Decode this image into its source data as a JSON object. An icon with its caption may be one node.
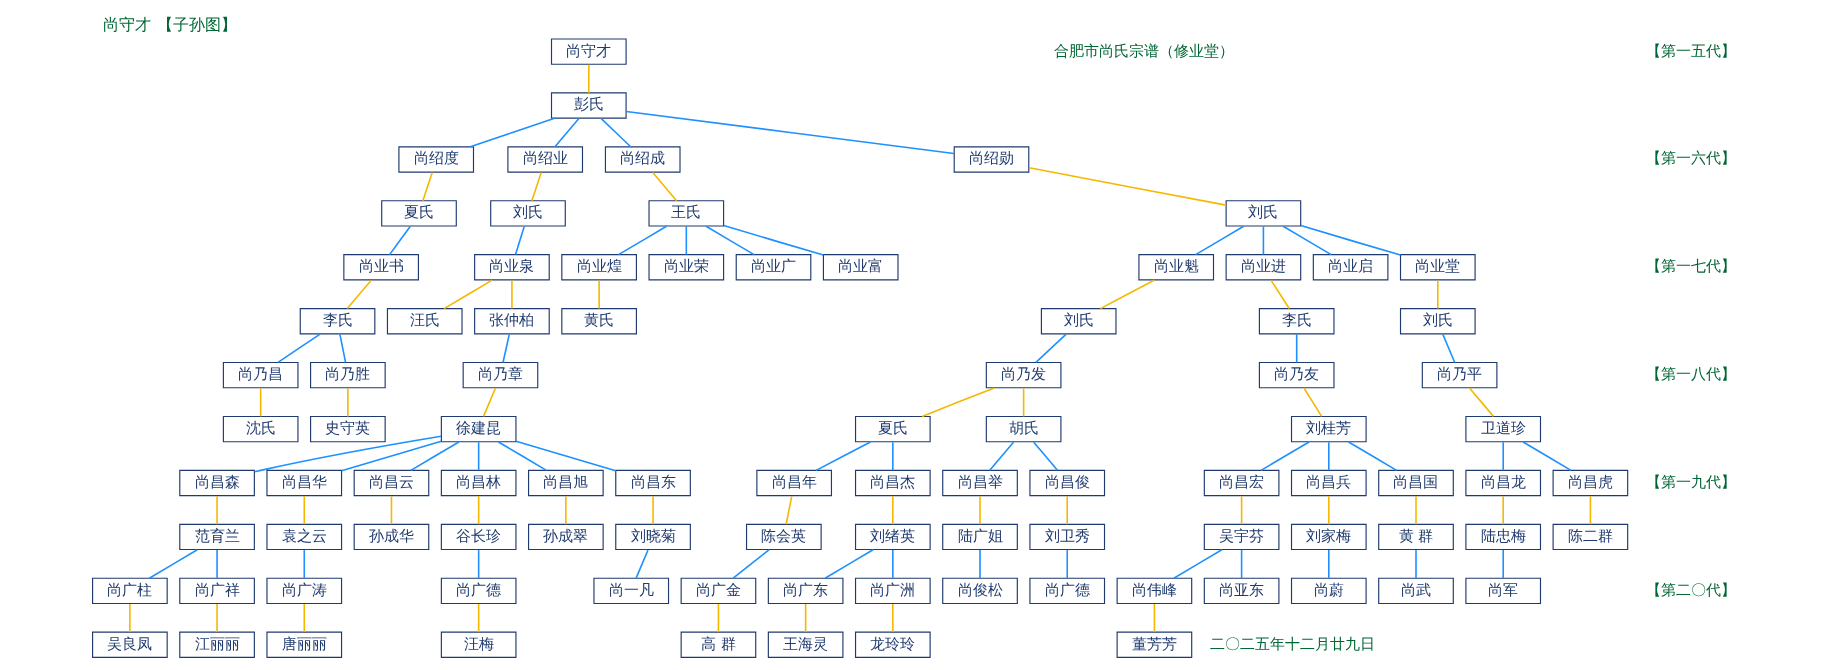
{
  "diagram": {
    "title": "尚守才 【子孙图】",
    "nodes": [
      {
        "text": [
          "尚守才"
        ]
      },
      {
        "text": [
          "彭氏"
        ]
      },
      {
        "text": [
          "尚绍度"
        ]
      },
      {
        "text": [
          "尚绍业"
        ]
      },
      {
        "text": [
          "尚绍成"
        ]
      },
      {
        "text": [
          "尚绍勋"
        ]
      },
      {
        "text": [
          "夏氏"
        ]
      },
      {
        "text": [
          "刘氏"
        ]
      },
      {
        "text": [
          "王氏"
        ]
      },
      {
        "text": [
          "刘氏"
        ]
      },
      {
        "text": [
          "尚业书"
        ]
      },
      {
        "text": [
          "尚业泉"
        ]
      },
      {
        "text": [
          "尚业煌"
        ]
      },
      {
        "text": [
          "尚业荣"
        ]
      },
      {
        "text": [
          "尚业广"
        ]
      },
      {
        "text": [
          "尚业富"
        ]
      },
      {
        "text": [
          "尚业魁"
        ]
      },
      {
        "text": [
          "尚业进"
        ]
      },
      {
        "text": [
          "尚业启"
        ]
      },
      {
        "text": [
          "尚业堂"
        ]
      },
      {
        "text": [
          "李氏"
        ]
      },
      {
        "text": [
          "汪氏"
        ]
      },
      {
        "text": [
          "张仲柏"
        ]
      },
      {
        "text": [
          "黄氏"
        ]
      },
      {
        "text": [
          "刘氏"
        ]
      },
      {
        "text": [
          "李氏"
        ]
      },
      {
        "text": [
          "刘氏"
        ]
      },
      {
        "text": [
          "尚乃昌"
        ]
      },
      {
        "text": [
          "尚乃胜"
        ]
      },
      {
        "text": [
          "尚乃章"
        ]
      },
      {
        "text": [
          "尚乃发"
        ]
      },
      {
        "text": [
          "尚乃友"
        ]
      },
      {
        "text": [
          "尚乃平"
        ]
      },
      {
        "text": [
          "沈氏"
        ]
      },
      {
        "text": [
          "史守英"
        ]
      },
      {
        "text": [
          "徐建昆"
        ]
      },
      {
        "text": [
          "夏氏"
        ]
      },
      {
        "text": [
          "胡氏"
        ]
      },
      {
        "text": [
          "刘桂芳"
        ]
      },
      {
        "text": [
          "卫道珍"
        ]
      },
      {
        "text": [
          "尚昌森"
        ]
      },
      {
        "text": [
          "尚昌华"
        ]
      },
      {
        "text": [
          "尚昌云"
        ]
      },
      {
        "text": [
          "尚昌林"
        ]
      },
      {
        "text": [
          "尚昌旭"
        ]
      },
      {
        "text": [
          "尚昌东"
        ]
      },
      {
        "text": [
          "尚昌年"
        ]
      },
      {
        "text": [
          "尚昌杰"
        ]
      },
      {
        "text": [
          "尚昌举"
        ]
      },
      {
        "text": [
          "尚昌俊"
        ]
      },
      {
        "text": [
          "尚昌宏"
        ]
      },
      {
        "text": [
          "尚昌兵"
        ]
      },
      {
        "text": [
          "尚昌国"
        ]
      },
      {
        "text": [
          "尚昌龙"
        ]
      },
      {
        "text": [
          "尚昌虎"
        ]
      },
      {
        "text": [
          "范育兰"
        ]
      },
      {
        "text": [
          "袁之云"
        ]
      },
      {
        "text": [
          "孙成华"
        ]
      },
      {
        "text": [
          "谷长珍"
        ]
      },
      {
        "text": [
          "孙成翠"
        ]
      },
      {
        "text": [
          "刘晓菊"
        ]
      },
      {
        "text": [
          "陈会英"
        ]
      },
      {
        "text": [
          "刘绪英"
        ]
      },
      {
        "text": [
          "陆广姐"
        ]
      },
      {
        "text": [
          "刘卫秀"
        ]
      },
      {
        "text": [
          "吴宇芬"
        ]
      },
      {
        "text": [
          "刘家梅"
        ]
      },
      {
        "text": [
          "黄 群"
        ]
      },
      {
        "text": [
          "陆忠梅"
        ]
      },
      {
        "text": [
          "陈二群"
        ]
      },
      {
        "text": [
          "尚广柱"
        ]
      },
      {
        "text": [
          "尚广祥"
        ]
      },
      {
        "text": [
          "尚广涛"
        ]
      },
      {
        "text": [
          "尚广德"
        ]
      },
      {
        "text": [
          "尚一凡"
        ]
      },
      {
        "text": [
          "尚广金"
        ]
      },
      {
        "text": [
          "尚广东"
        ]
      },
      {
        "text": [
          "尚广洲"
        ]
      },
      {
        "text": [
          "尚俊松"
        ]
      },
      {
        "text": [
          "尚广德"
        ]
      },
      {
        "text": [
          "尚伟峰"
        ]
      },
      {
        "text": [
          "尚亚东"
        ]
      },
      {
        "text": [
          "尚蔚"
        ]
      },
      {
        "text": [
          "尚武"
        ]
      },
      {
        "text": [
          "尚军"
        ]
      },
      {
        "text": [
          "吴良凤"
        ]
      },
      {
        "text": [
          "江丽丽"
        ]
      },
      {
        "text": [
          "唐丽丽"
        ]
      },
      {
        "text": [
          "汪梅"
        ]
      },
      {
        "text": [
          "高 群"
        ]
      },
      {
        "text": [
          "王海灵"
        ]
      },
      {
        "text": [
          "龙玲玲"
        ]
      },
      {
        "text": [
          "董芳芳"
        ]
      }
    ],
    "edges": [
      {
        "from": 0,
        "to": 1,
        "arrow": "none",
        "color": "#f5b800"
      },
      {
        "from": 1,
        "to": 2,
        "arrow": "none"
      },
      {
        "from": 1,
        "to": 3,
        "arrow": "none"
      },
      {
        "from": 1,
        "to": 4,
        "arrow": "none"
      },
      {
        "from": 1,
        "to": 5,
        "arrow": "none"
      },
      {
        "from": 2,
        "to": 6,
        "arrow": "none",
        "color": "#f5b800"
      },
      {
        "from": 3,
        "to": 7,
        "arrow": "none",
        "color": "#f5b800"
      },
      {
        "from": 4,
        "to": 8,
        "arrow": "none",
        "color": "#f5b800"
      },
      {
        "from": 5,
        "to": 9,
        "arrow": "none",
        "color": "#f5b800"
      },
      {
        "from": 6,
        "to": 10,
        "arrow": "none"
      },
      {
        "from": 7,
        "to": 11,
        "arrow": "none"
      },
      {
        "from": 8,
        "to": 12,
        "arrow": "none"
      },
      {
        "from": 8,
        "to": 13,
        "arrow": "none"
      },
      {
        "from": 8,
        "to": 14,
        "arrow": "none"
      },
      {
        "from": 8,
        "to": 15,
        "arrow": "none"
      },
      {
        "from": 9,
        "to": 16,
        "arrow": "none"
      },
      {
        "from": 9,
        "to": 17,
        "arrow": "none"
      },
      {
        "from": 9,
        "to": 18,
        "arrow": "none"
      },
      {
        "from": 9,
        "to": 19,
        "arrow": "none"
      },
      {
        "from": 10,
        "to": 20,
        "arrow": "none",
        "color": "#f5b800"
      },
      {
        "from": 11,
        "to": 21,
        "arrow": "none",
        "color": "#f5b800"
      },
      {
        "from": 11,
        "to": 22,
        "arrow": "none",
        "color": "#f5b800"
      },
      {
        "from": 12,
        "to": 23,
        "arrow": "none",
        "color": "#f5b800"
      },
      {
        "from": 16,
        "to": 24,
        "arrow": "none",
        "color": "#f5b800"
      },
      {
        "from": 17,
        "to": 25,
        "arrow": "none",
        "color": "#f5b800"
      },
      {
        "from": 19,
        "to": 26,
        "arrow": "none",
        "color": "#f5b800"
      },
      {
        "from": 20,
        "to": 27,
        "arrow": "none"
      },
      {
        "from": 20,
        "to": 28,
        "arrow": "none"
      },
      {
        "from": 22,
        "to": 29,
        "arrow": "none"
      },
      {
        "from": 24,
        "to": 30,
        "arrow": "none"
      },
      {
        "from": 25,
        "to": 31,
        "arrow": "none"
      },
      {
        "from": 26,
        "to": 32,
        "arrow": "none"
      },
      {
        "from": 27,
        "to": 33,
        "arrow": "none",
        "color": "#f5b800"
      },
      {
        "from": 28,
        "to": 34,
        "arrow": "none",
        "color": "#f5b800"
      },
      {
        "from": 29,
        "to": 35,
        "arrow": "none",
        "color": "#f5b800"
      },
      {
        "from": 30,
        "to": 36,
        "arrow": "none",
        "color": "#f5b800"
      },
      {
        "from": 30,
        "to": 37,
        "arrow": "none",
        "color": "#f5b800"
      },
      {
        "from": 31,
        "to": 38,
        "arrow": "none",
        "color": "#f5b800"
      },
      {
        "from": 32,
        "to": 39,
        "arrow": "none",
        "color": "#f5b800"
      },
      {
        "from": 35,
        "to": 40,
        "arrow": "none"
      },
      {
        "from": 35,
        "to": 41,
        "arrow": "none"
      },
      {
        "from": 35,
        "to": 42,
        "arrow": "none"
      },
      {
        "from": 35,
        "to": 43,
        "arrow": "none"
      },
      {
        "from": 35,
        "to": 44,
        "arrow": "none"
      },
      {
        "from": 35,
        "to": 45,
        "arrow": "none"
      },
      {
        "from": 36,
        "to": 46,
        "arrow": "none"
      },
      {
        "from": 36,
        "to": 47,
        "arrow": "none"
      },
      {
        "from": 37,
        "to": 48,
        "arrow": "none"
      },
      {
        "from": 37,
        "to": 49,
        "arrow": "none"
      },
      {
        "from": 38,
        "to": 50,
        "arrow": "none"
      },
      {
        "from": 38,
        "to": 51,
        "arrow": "none"
      },
      {
        "from": 38,
        "to": 52,
        "arrow": "none"
      },
      {
        "from": 39,
        "to": 53,
        "arrow": "none"
      },
      {
        "from": 39,
        "to": 54,
        "arrow": "none"
      },
      {
        "from": 40,
        "to": 55,
        "arrow": "none",
        "color": "#f5b800"
      },
      {
        "from": 41,
        "to": 56,
        "arrow": "none",
        "color": "#f5b800"
      },
      {
        "from": 42,
        "to": 57,
        "arrow": "none",
        "color": "#f5b800"
      },
      {
        "from": 43,
        "to": 58,
        "arrow": "none",
        "color": "#f5b800"
      },
      {
        "from": 44,
        "to": 59,
        "arrow": "none",
        "color": "#f5b800"
      },
      {
        "from": 45,
        "to": 60,
        "arrow": "none",
        "color": "#f5b800"
      },
      {
        "from": 46,
        "to": 61,
        "arrow": "none",
        "color": "#f5b800"
      },
      {
        "from": 47,
        "to": 62,
        "arrow": "none",
        "color": "#f5b800"
      },
      {
        "from": 48,
        "to": 63,
        "arrow": "none",
        "color": "#f5b800"
      },
      {
        "from": 49,
        "to": 64,
        "arrow": "none",
        "color": "#f5b800"
      },
      {
        "from": 50,
        "to": 65,
        "arrow": "none",
        "color": "#f5b800"
      },
      {
        "from": 51,
        "to": 66,
        "arrow": "none",
        "color": "#f5b800"
      },
      {
        "from": 52,
        "to": 67,
        "arrow": "none",
        "color": "#f5b800"
      },
      {
        "from": 53,
        "to": 68,
        "arrow": "none",
        "color": "#f5b800"
      },
      {
        "from": 54,
        "to": 69,
        "arrow": "none",
        "color": "#f5b800"
      },
      {
        "from": 55,
        "to": 70,
        "arrow": "none"
      },
      {
        "from": 55,
        "to": 71,
        "arrow": "none"
      },
      {
        "from": 56,
        "to": 72,
        "arrow": "none"
      },
      {
        "from": 58,
        "to": 73,
        "arrow": "none"
      },
      {
        "from": 60,
        "to": 74,
        "arrow": "none"
      },
      {
        "from": 61,
        "to": 75,
        "arrow": "none"
      },
      {
        "from": 62,
        "to": 76,
        "arrow": "none"
      },
      {
        "from": 62,
        "to": 77,
        "arrow": "none"
      },
      {
        "from": 63,
        "to": 78,
        "arrow": "none"
      },
      {
        "from": 64,
        "to": 79,
        "arrow": "none"
      },
      {
        "from": 65,
        "to": 80,
        "arrow": "none"
      },
      {
        "from": 65,
        "to": 81,
        "arrow": "none"
      },
      {
        "from": 66,
        "to": 82,
        "arrow": "none"
      },
      {
        "from": 67,
        "to": 83,
        "arrow": "none"
      },
      {
        "from": 68,
        "to": 84,
        "arrow": "none"
      },
      {
        "from": 70,
        "to": 85,
        "arrow": "none",
        "color": "#f5b800"
      },
      {
        "from": 71,
        "to": 86,
        "arrow": "none",
        "color": "#f5b800"
      },
      {
        "from": 72,
        "to": 87,
        "arrow": "none",
        "color": "#f5b800"
      },
      {
        "from": 73,
        "to": 88,
        "arrow": "none",
        "color": "#f5b800"
      },
      {
        "from": 75,
        "to": 89,
        "arrow": "none",
        "color": "#f5b800"
      },
      {
        "from": 76,
        "to": 90,
        "arrow": "none",
        "color": "#f5b800"
      },
      {
        "from": 77,
        "to": 91,
        "arrow": "none",
        "color": "#f5b800"
      },
      {
        "from": 80,
        "to": 92,
        "arrow": "none",
        "color": "#f5b800"
      }
    ],
    "labels": [
      "合肥市尚氏宗谱（修业堂）",
      "【第一五代】",
      "【第一六代】",
      "【第一七代】",
      "【第一八代】",
      "【第一九代】",
      "【第二〇代】",
      "二〇二五年十二月廿九日"
    ]
  }
}
